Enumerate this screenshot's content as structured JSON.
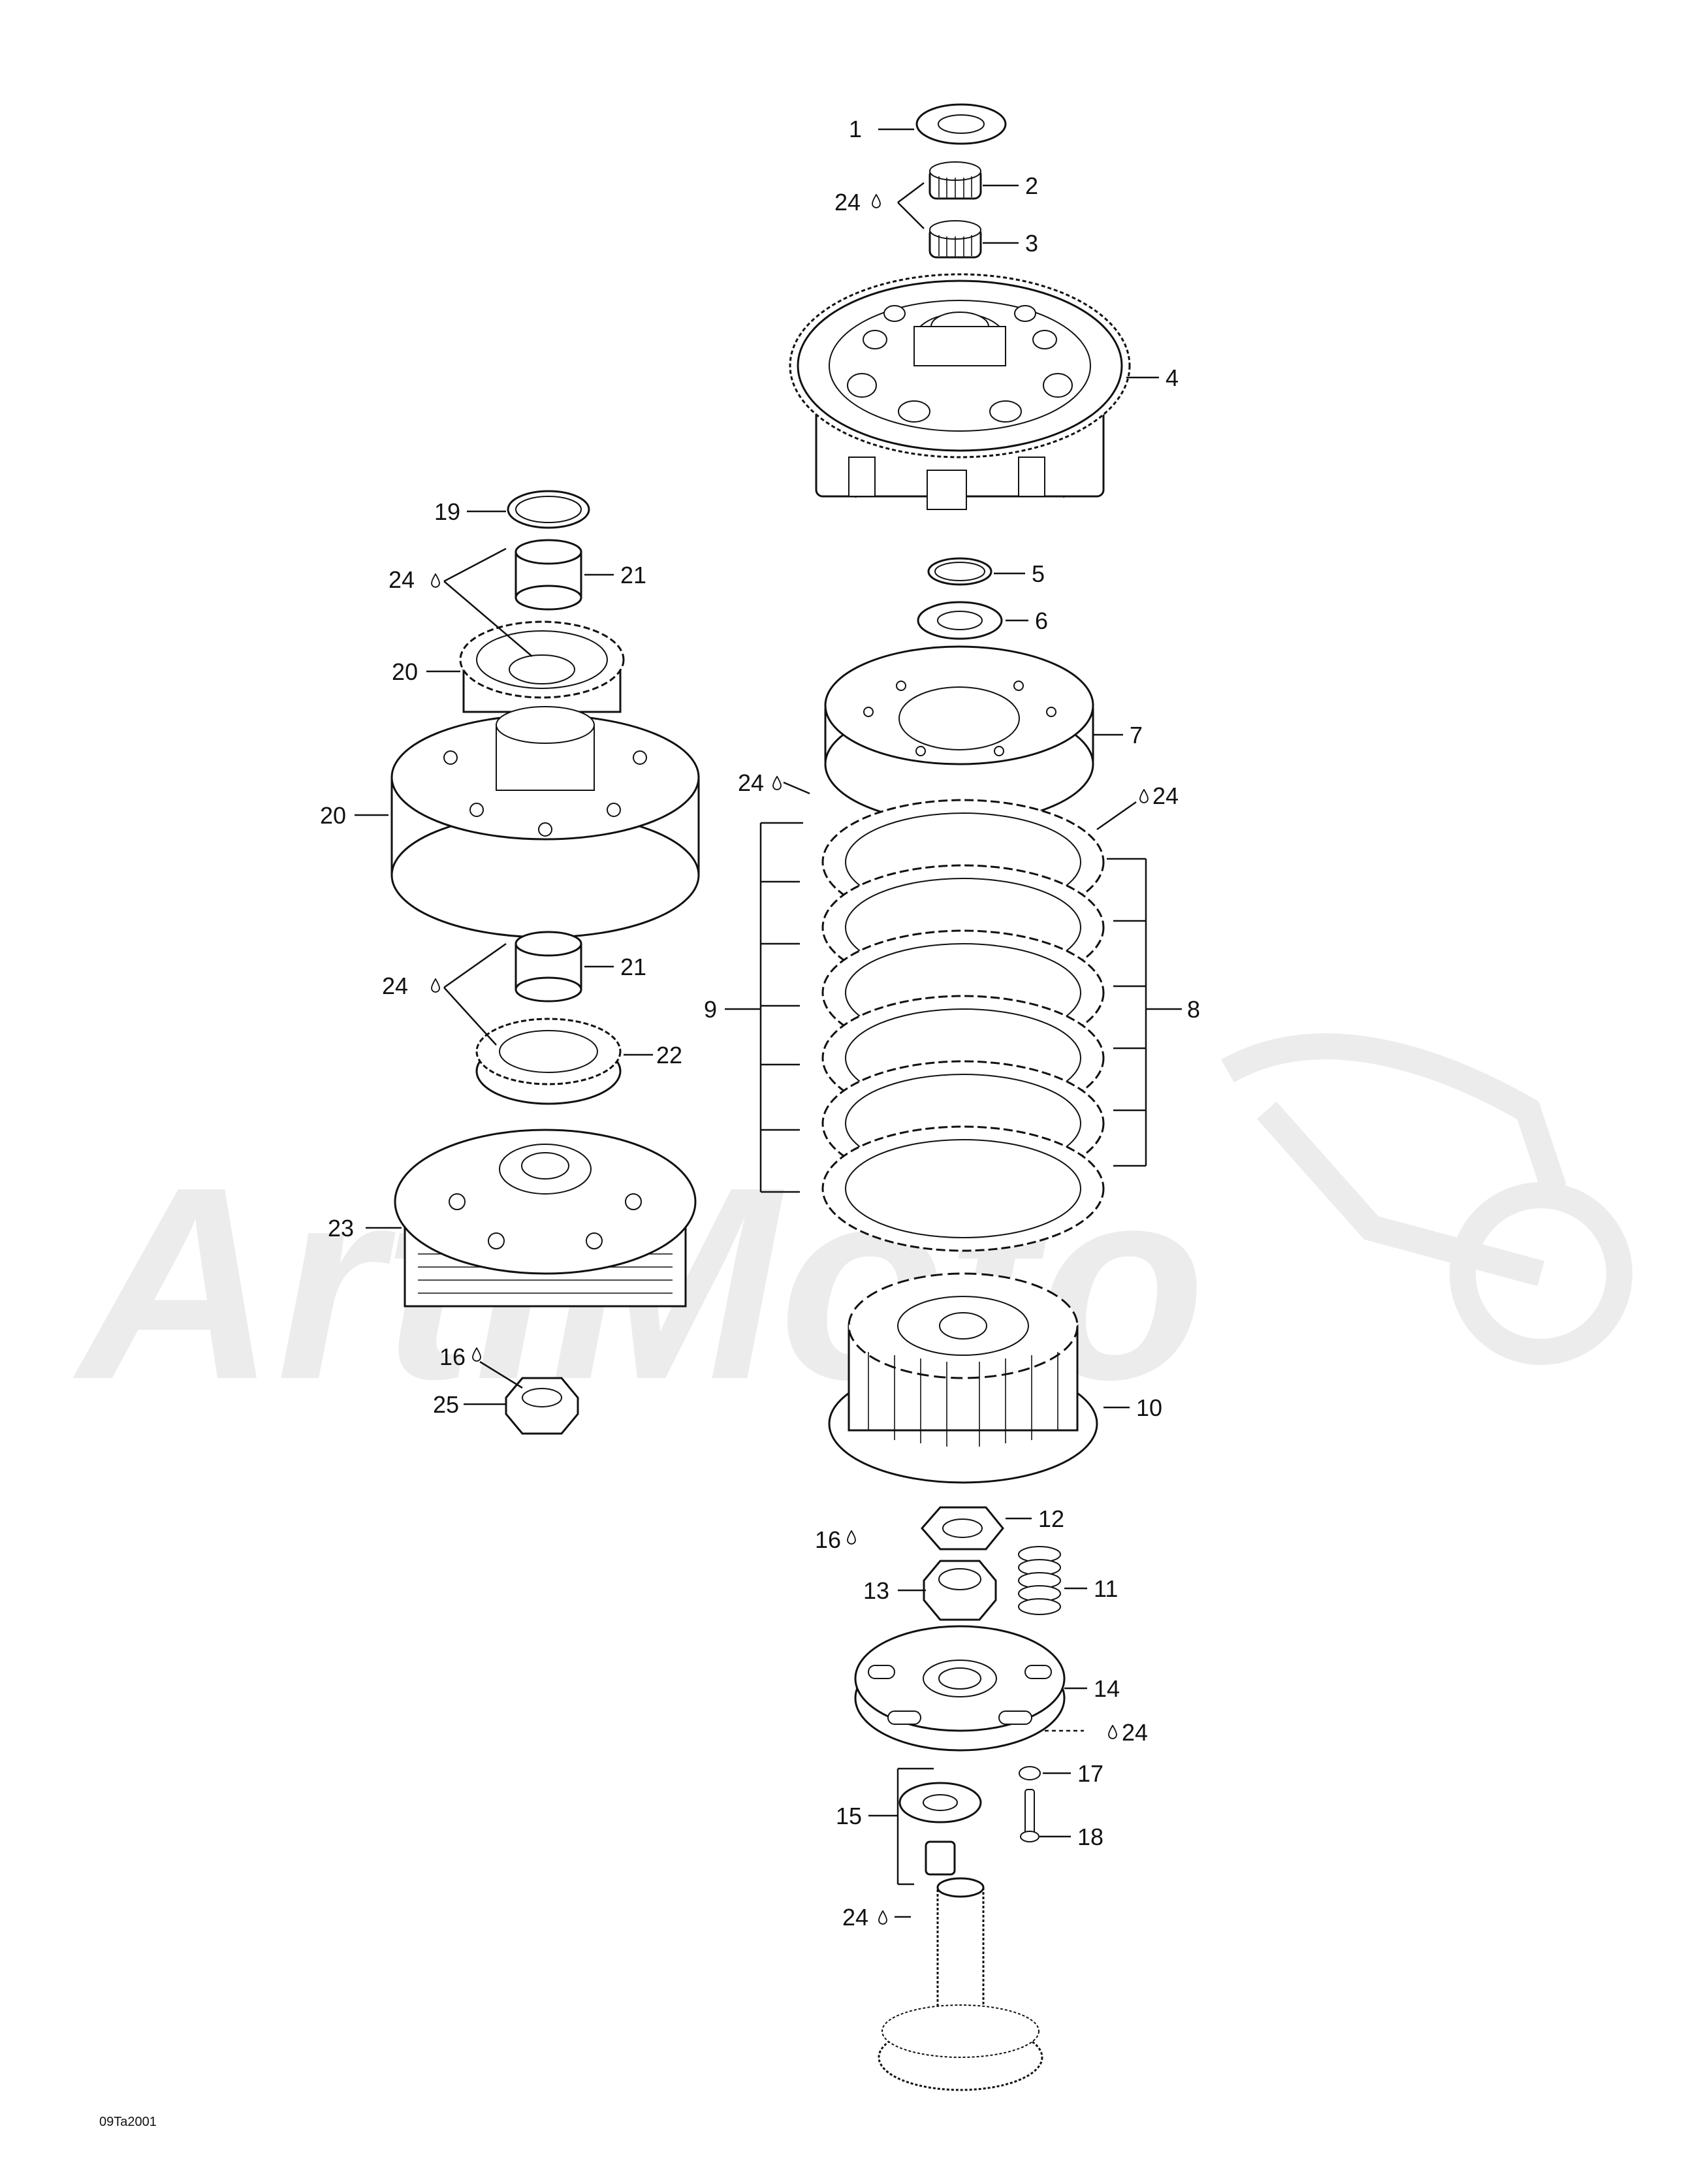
{
  "drawing_code": "09Ta2001",
  "watermark_text": "ArtiMoto",
  "callouts": [
    {
      "id": "c1",
      "text": "1"
    },
    {
      "id": "c2",
      "text": "2"
    },
    {
      "id": "c3",
      "text": "3"
    },
    {
      "id": "c4",
      "text": "4"
    },
    {
      "id": "c5",
      "text": "5"
    },
    {
      "id": "c6",
      "text": "6"
    },
    {
      "id": "c7",
      "text": "7"
    },
    {
      "id": "c8",
      "text": "8"
    },
    {
      "id": "c9",
      "text": "9"
    },
    {
      "id": "c10",
      "text": "10"
    },
    {
      "id": "c11",
      "text": "11"
    },
    {
      "id": "c12",
      "text": "12"
    },
    {
      "id": "c13",
      "text": "13"
    },
    {
      "id": "c14",
      "text": "14"
    },
    {
      "id": "c15",
      "text": "15"
    },
    {
      "id": "c16a",
      "text": "16"
    },
    {
      "id": "c16b",
      "text": "16"
    },
    {
      "id": "c17",
      "text": "17"
    },
    {
      "id": "c18",
      "text": "18"
    },
    {
      "id": "c19",
      "text": "19"
    },
    {
      "id": "c20a",
      "text": "20"
    },
    {
      "id": "c20b",
      "text": "20"
    },
    {
      "id": "c21a",
      "text": "21"
    },
    {
      "id": "c21b",
      "text": "21"
    },
    {
      "id": "c22",
      "text": "22"
    },
    {
      "id": "c23",
      "text": "23"
    },
    {
      "id": "c24a",
      "text": "24"
    },
    {
      "id": "c24b",
      "text": "24"
    },
    {
      "id": "c24c",
      "text": "24"
    },
    {
      "id": "c24d",
      "text": "24"
    },
    {
      "id": "c24e",
      "text": "24"
    },
    {
      "id": "c24f",
      "text": "24"
    },
    {
      "id": "c24g",
      "text": "24"
    },
    {
      "id": "c25",
      "text": "25"
    }
  ]
}
